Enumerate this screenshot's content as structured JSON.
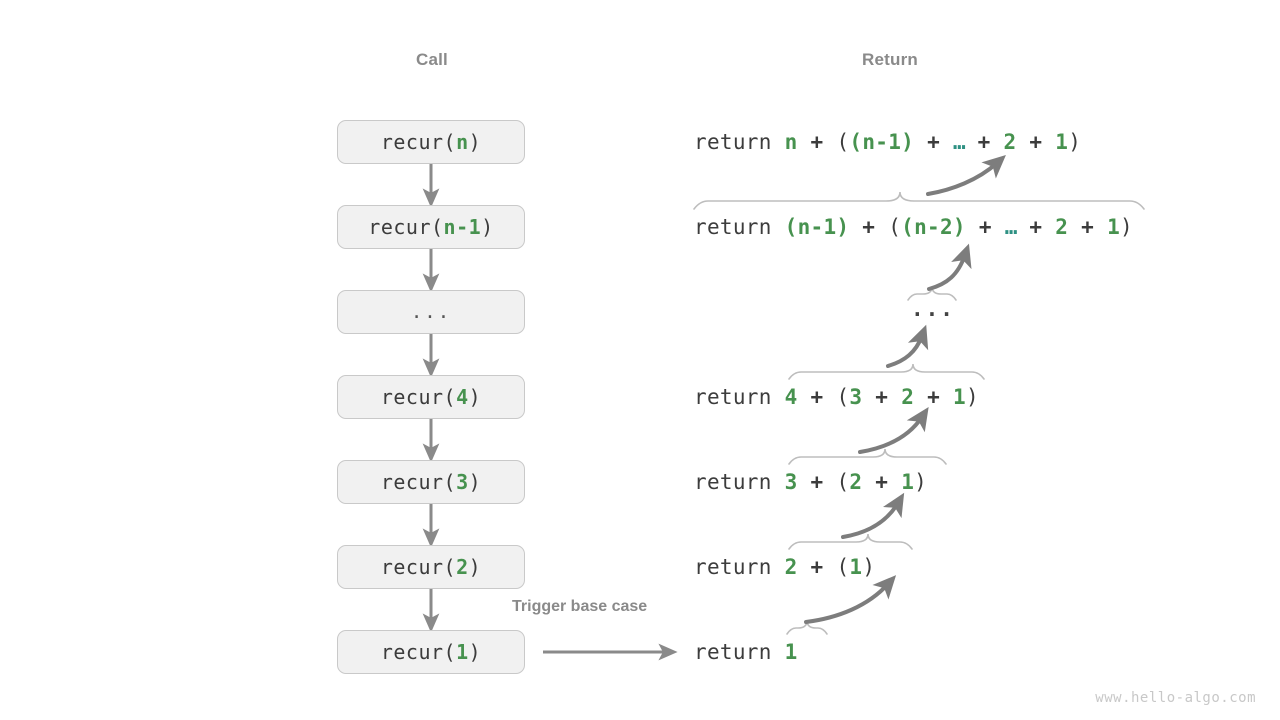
{
  "headers": {
    "call": "Call",
    "return": "Return"
  },
  "call_stack": [
    {
      "name": "recur-n",
      "prefix": "recur(",
      "arg": "n",
      "suffix": ")",
      "dots": false
    },
    {
      "name": "recur-n-1",
      "prefix": "recur(",
      "arg": "n-1",
      "suffix": ")",
      "dots": false
    },
    {
      "name": "recur-dots",
      "prefix": "",
      "arg": "",
      "suffix": "",
      "dots": true,
      "text": "..."
    },
    {
      "name": "recur-4",
      "prefix": "recur(",
      "arg": "4",
      "suffix": ")",
      "dots": false
    },
    {
      "name": "recur-3",
      "prefix": "recur(",
      "arg": "3",
      "suffix": ")",
      "dots": false
    },
    {
      "name": "recur-2",
      "prefix": "recur(",
      "arg": "2",
      "suffix": ")",
      "dots": false
    },
    {
      "name": "recur-1",
      "prefix": "recur(",
      "arg": "1",
      "suffix": ")",
      "dots": false
    }
  ],
  "returns": [
    {
      "name": "return-n",
      "keyword": "return",
      "expr": "n + ((n-1) + … + 2 + 1)"
    },
    {
      "name": "return-n-1",
      "keyword": "return",
      "expr": "(n-1) + ((n-2) + … + 2 + 1)"
    },
    {
      "name": "return-dots",
      "keyword": "",
      "expr": "..."
    },
    {
      "name": "return-4",
      "keyword": "return",
      "expr": "4 + (3 + 2 + 1)"
    },
    {
      "name": "return-3",
      "keyword": "return",
      "expr": "3 + (2 + 1)"
    },
    {
      "name": "return-2",
      "keyword": "return",
      "expr": "2 + (1)"
    },
    {
      "name": "return-1",
      "keyword": "return",
      "expr": "1"
    }
  ],
  "annotations": {
    "trigger_base_case": "Trigger base case"
  },
  "watermark": "www.hello-algo.com",
  "colors": {
    "accent_green": "#47924f",
    "ellipsis_teal": "#2e9183",
    "box_fill": "#f1f1f1",
    "box_border": "#c9c9c9",
    "arrow": "#8a8a8a",
    "text": "#3c3c3c",
    "header": "#8a8a8a",
    "watermark": "#c8c8c8"
  }
}
